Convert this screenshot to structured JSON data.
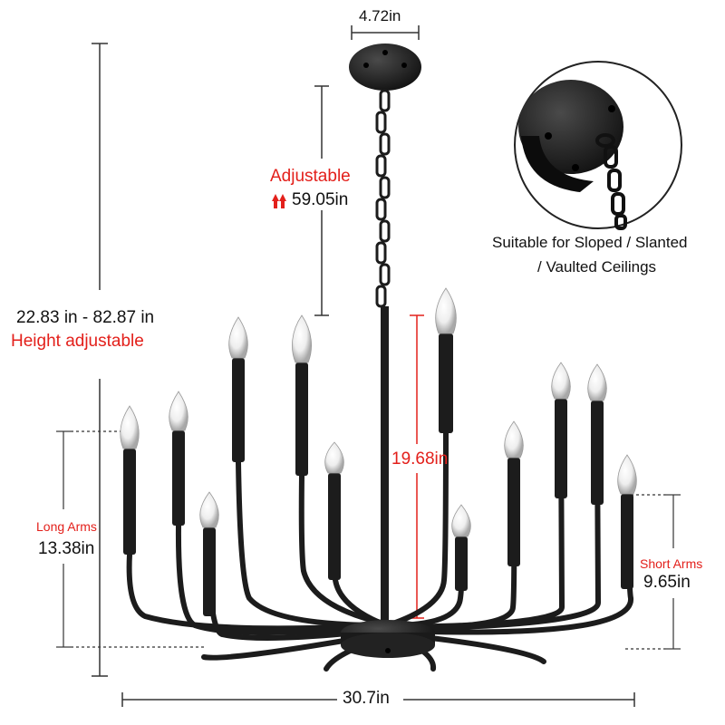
{
  "labels": {
    "canopy_width": "4.72in",
    "adjustable_title": "Adjustable",
    "chain_length": "59.05in",
    "detail_caption_line1": "Suitable for Sloped / Slanted",
    "detail_caption_line2": "/ Vaulted Ceilings",
    "height_range": "22.83 in - 82.87 in",
    "height_adjustable": "Height adjustable",
    "center_height": "19.68in",
    "long_arms_title": "Long Arms",
    "long_arms_value": "13.38in",
    "short_arms_title": "Short Arms",
    "short_arms_value": "9.65in",
    "total_width": "30.7in"
  },
  "colors": {
    "fixture": "#1c1c1c",
    "highlight_red": "#e3201b",
    "dimension_line": "#333333",
    "text": "#111111"
  },
  "icons": {
    "adjust_arrows": "up-down-arrows-icon"
  }
}
